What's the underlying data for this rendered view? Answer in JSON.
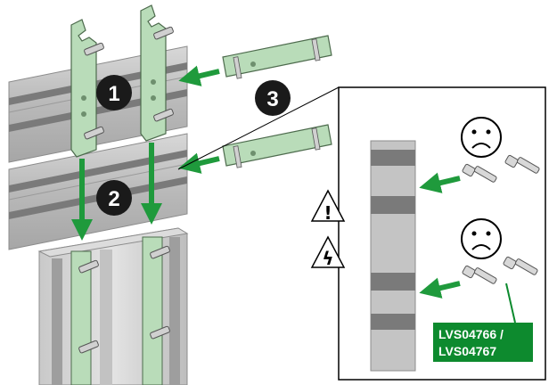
{
  "steps": [
    {
      "number": "1"
    },
    {
      "number": "2"
    },
    {
      "number": "3"
    }
  ],
  "detail": {
    "part_reference_line1": "LVS04766 /",
    "part_reference_line2": "LVS04767",
    "warning_symbols": [
      "!",
      "ϟ"
    ],
    "face_icons": [
      "sad-face-icon",
      "sad-face-icon"
    ]
  },
  "colors": {
    "bracket_green": "#b9dcb9",
    "arrow_green": "#1f9a3c",
    "tag_green": "#0d8a2e",
    "rail_grey": "#b4b4b4",
    "rail_dark": "#6e6e6e",
    "step_badge": "#1a1a1a"
  }
}
